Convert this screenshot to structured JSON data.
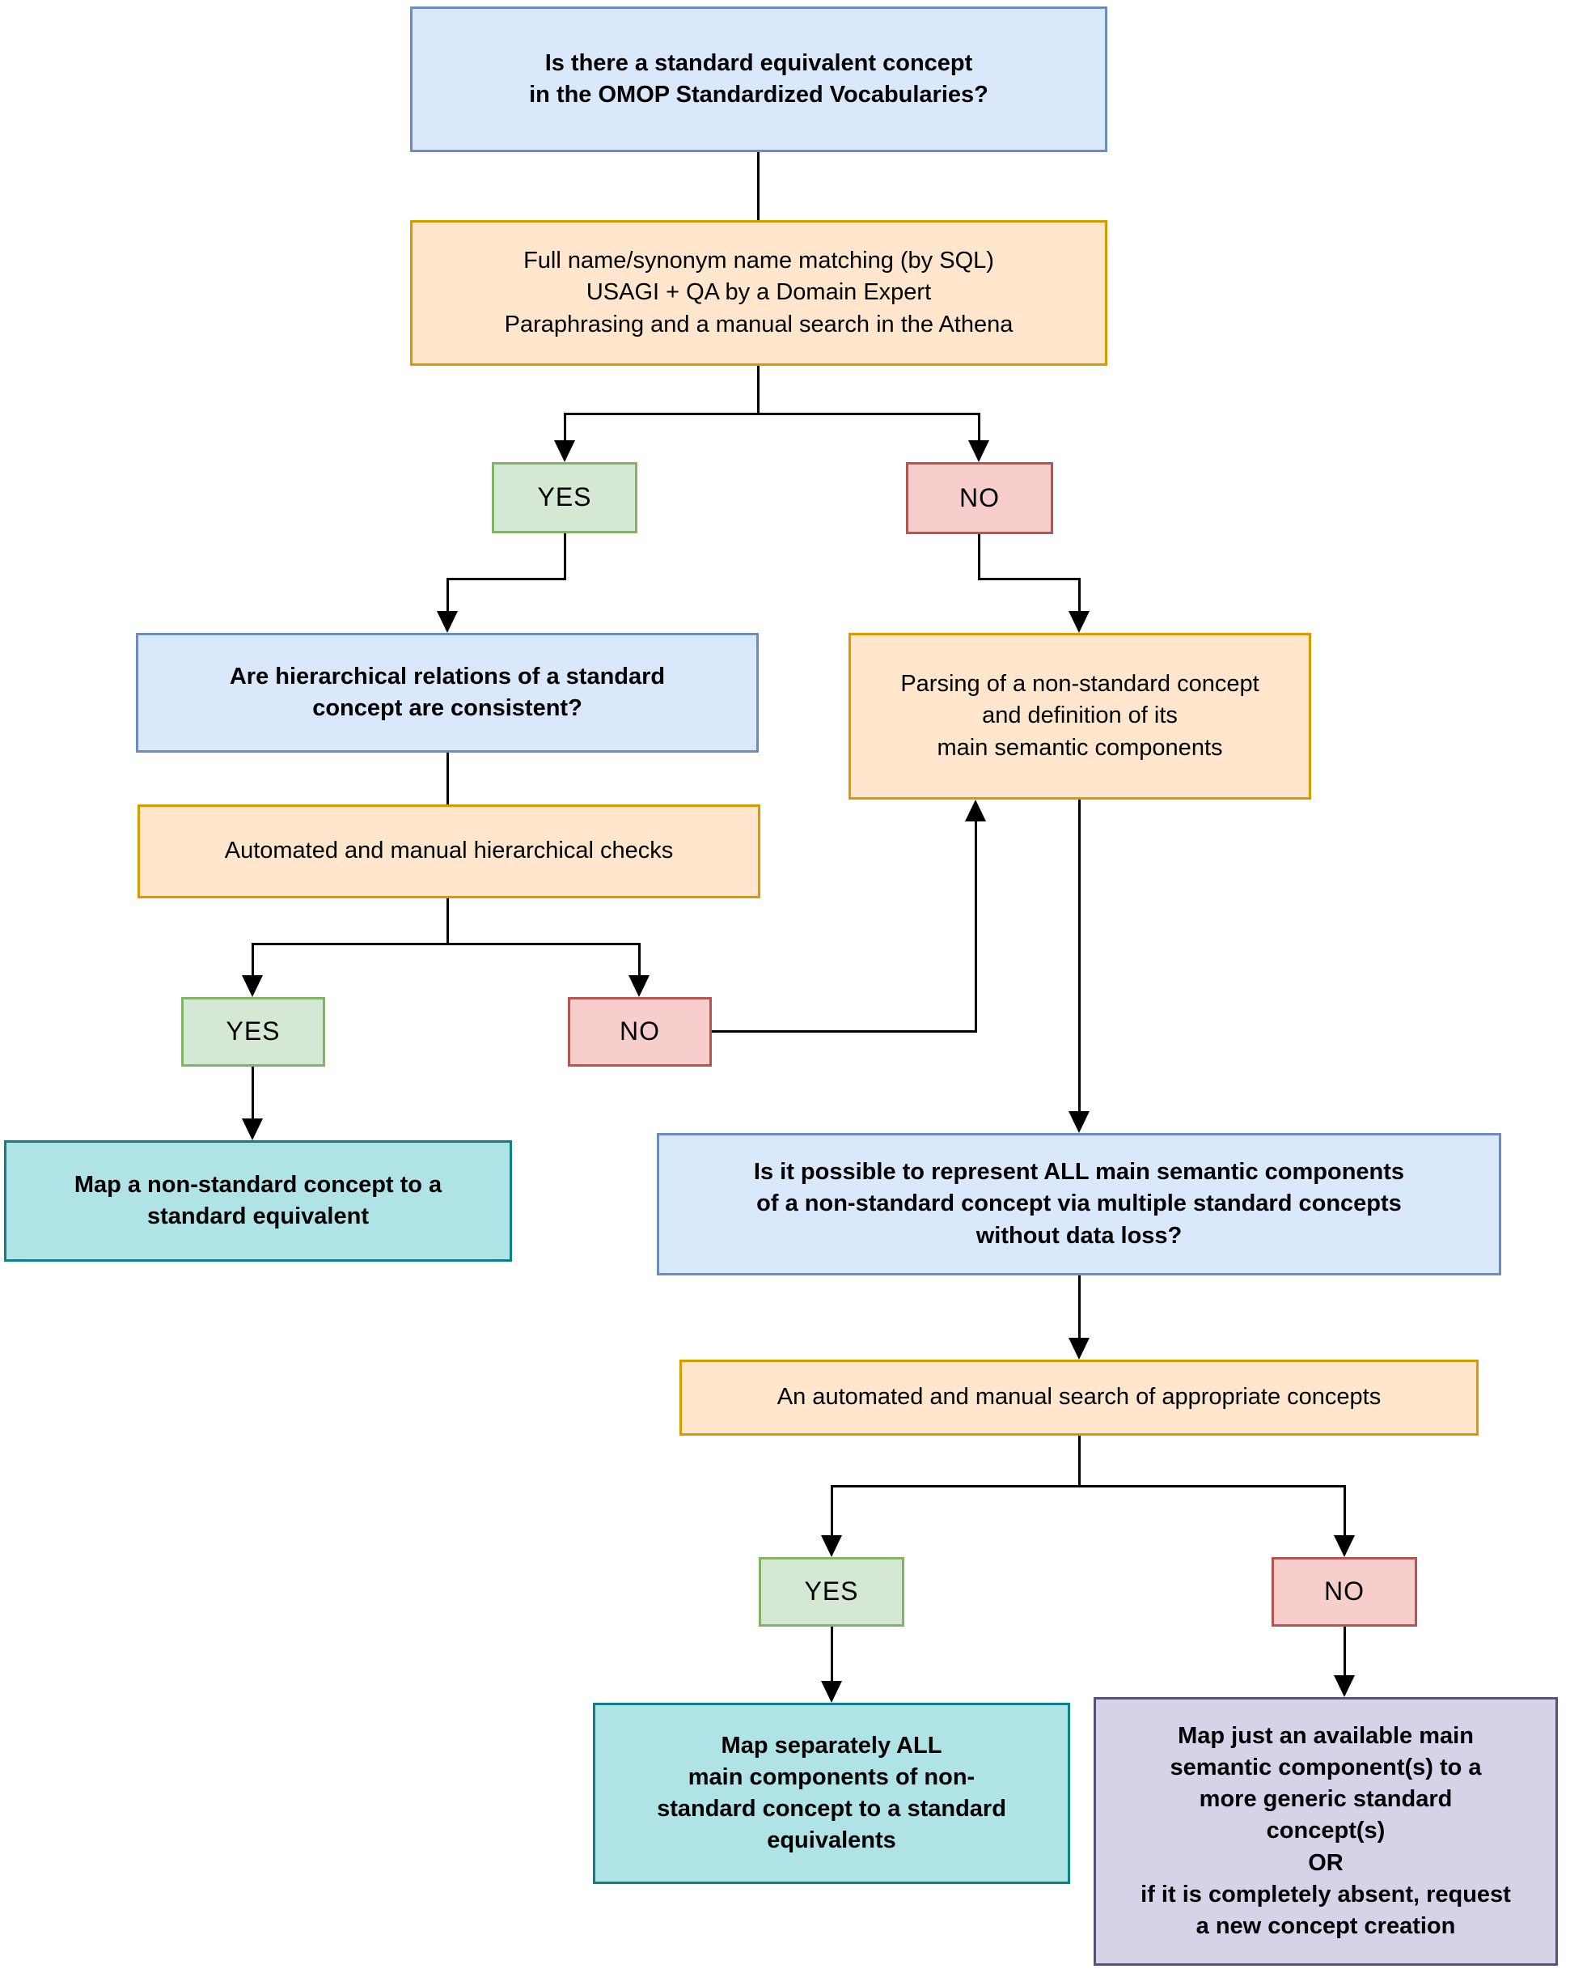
{
  "diagram": {
    "title": "OMOP non-standard to standard concept mapping decision flowchart",
    "palette": {
      "question_fill": "#dae8fc",
      "question_border": "#6c8ebf",
      "process_fill": "#ffe6cc",
      "process_border": "#d79b00",
      "yes_fill": "#d5e8d4",
      "yes_border": "#82b366",
      "no_fill": "#f8cecc",
      "no_border": "#b85450",
      "result_teal_fill": "#b0e3e6",
      "result_teal_border": "#0e8088",
      "result_purple_fill": "#d6d2e8",
      "result_purple_border": "#56517e",
      "connector": "#000000",
      "text": "#000000",
      "background": "#ffffff"
    },
    "nodes": {
      "q1": {
        "type": "question",
        "label": "Is there a standard equivalent concept\nin the OMOP Standardized Vocabularies?"
      },
      "p1": {
        "type": "process",
        "label": "Full name/synonym name matching (by SQL)\nUSAGI + QA by a Domain Expert\nParaphrasing and a manual search in the Athena"
      },
      "yes1": {
        "type": "yes",
        "label": "YES"
      },
      "no1": {
        "type": "no",
        "label": "NO"
      },
      "q2": {
        "type": "question",
        "label": "Are hierarchical relations of a standard\nconcept are consistent?"
      },
      "p2": {
        "type": "process",
        "label": "Automated and manual hierarchical checks"
      },
      "yes2": {
        "type": "yes",
        "label": "YES"
      },
      "no2": {
        "type": "no",
        "label": "NO"
      },
      "r1": {
        "type": "result-teal",
        "label": "Map a non-standard concept to a\nstandard equivalent"
      },
      "p3": {
        "type": "process",
        "label": "Parsing of a non-standard concept\nand definition of its\nmain semantic components"
      },
      "q3": {
        "type": "question",
        "label": "Is it possible to represent ALL main semantic components\nof a non-standard concept via multiple standard concepts\nwithout data loss?"
      },
      "p4": {
        "type": "process",
        "label": "An automated and manual search of appropriate concepts"
      },
      "yes3": {
        "type": "yes",
        "label": "YES"
      },
      "no3": {
        "type": "no",
        "label": "NO"
      },
      "r2": {
        "type": "result-teal",
        "label": "Map separately ALL\nmain components of non-\nstandard concept to a standard\nequivalents"
      },
      "r3": {
        "type": "result-purple",
        "label": "Map just an available main\nsemantic component(s) to a\nmore generic standard\nconcept(s)\nOR\nif it is completely absent, request\na new concept creation"
      }
    },
    "edges": [
      "q1 -> p1",
      "p1 -> yes1",
      "p1 -> no1",
      "yes1 -> q2",
      "no1 -> p3",
      "q2 -> p2",
      "p2 -> yes2",
      "p2 -> no2",
      "yes2 -> r1",
      "no2 -> p3 (feedback)",
      "p3 -> q3",
      "q3 -> p4",
      "p4 -> yes3",
      "p4 -> no3",
      "yes3 -> r2",
      "no3 -> r3"
    ]
  }
}
